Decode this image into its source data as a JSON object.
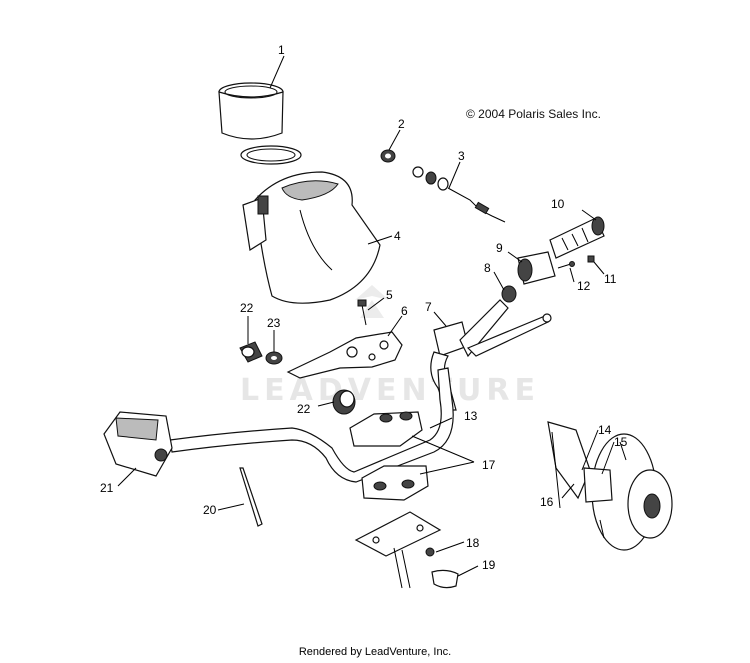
{
  "copyright": "© 2004 Polaris Sales Inc.",
  "footer": "Rendered by LeadVenture, Inc.",
  "watermark_logo_text": "LEADVENTURE",
  "callouts": [
    {
      "id": "c1",
      "text": "1"
    },
    {
      "id": "c2",
      "text": "2"
    },
    {
      "id": "c3",
      "text": "3"
    },
    {
      "id": "c4",
      "text": "4"
    },
    {
      "id": "c5",
      "text": "5"
    },
    {
      "id": "c6",
      "text": "6"
    },
    {
      "id": "c7",
      "text": "7"
    },
    {
      "id": "c8",
      "text": "8"
    },
    {
      "id": "c9",
      "text": "9"
    },
    {
      "id": "c10",
      "text": "10"
    },
    {
      "id": "c11",
      "text": "11"
    },
    {
      "id": "c12",
      "text": "12"
    },
    {
      "id": "c13",
      "text": "13"
    },
    {
      "id": "c14",
      "text": "14"
    },
    {
      "id": "c15",
      "text": "15"
    },
    {
      "id": "c16",
      "text": "16"
    },
    {
      "id": "c17",
      "text": "17"
    },
    {
      "id": "c18",
      "text": "18"
    },
    {
      "id": "c19",
      "text": "19"
    },
    {
      "id": "c20",
      "text": "20"
    },
    {
      "id": "c21",
      "text": "21"
    },
    {
      "id": "c22a",
      "text": "22"
    },
    {
      "id": "c22b",
      "text": "22"
    },
    {
      "id": "c23",
      "text": "23"
    }
  ]
}
